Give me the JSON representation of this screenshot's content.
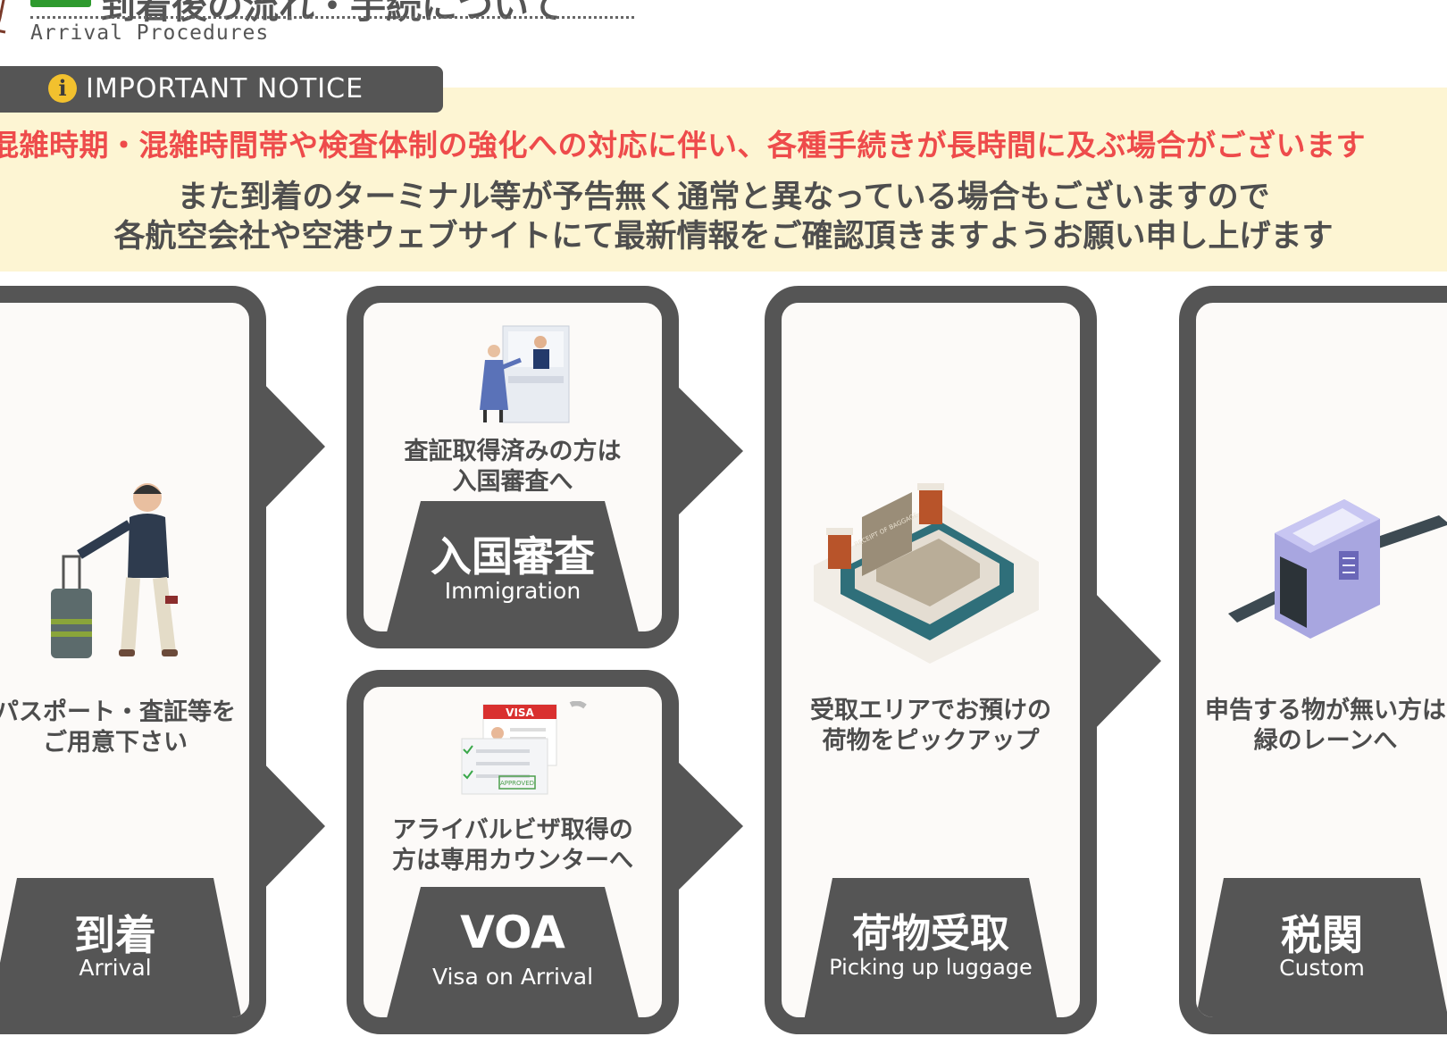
{
  "header": {
    "title": "到着後の流れ・手続について",
    "subtitle": "Arrival Procedures"
  },
  "notice": {
    "label": "IMPORTANT NOTICE",
    "icon": "i",
    "warning": "混雑時期・混雑時間帯や検査体制の強化への対応に伴い、各種手続きが長時間に及ぶ場合がございます",
    "line1": "また到着のターミナル等が予告無く通常と異なっている場合もございますので",
    "line2": "各航空会社や空港ウェブサイトにて最新情報をご確認頂きますようお願い申し上げます"
  },
  "steps": {
    "arrival": {
      "desc1": "パスポート・査証等を",
      "desc2": "ご用意下さい",
      "jp": "到着",
      "en": "Arrival"
    },
    "immigration": {
      "desc1": "査証取得済みの方は",
      "desc2": "入国審査へ",
      "jp": "入国審査",
      "en": "Immigration"
    },
    "voa": {
      "desc1": "アライバルビザ取得の",
      "desc2": "方は専用カウンターへ",
      "jp": "VOA",
      "en": "Visa on Arrival",
      "visa_tag": "VISA",
      "stamp": "APPROVED"
    },
    "luggage": {
      "desc1": "受取エリアでお預けの",
      "desc2": "荷物をピックアップ",
      "jp": "荷物受取",
      "en": "Picking up luggage",
      "sign": "RECEIPT OF BAGGAGE"
    },
    "customs": {
      "desc1": "申告する物が無い方は",
      "desc2": "緑のレーンへ",
      "jp": "税関",
      "en": "Custom"
    }
  },
  "colors": {
    "dark": "#555555",
    "card_bg": "#fcfaf8",
    "notice_bg": "#fdf5d3",
    "warning_red": "#ee4b4b",
    "accent_green": "#2e9a2e",
    "icon_yellow": "#f2c12e"
  },
  "icons": {
    "notice": "info-icon",
    "arrival": "traveler-with-suitcase-icon",
    "immigration": "immigration-counter-icon",
    "voa": "visa-documents-icon",
    "luggage": "baggage-carousel-icon",
    "customs": "xray-scanner-icon"
  }
}
